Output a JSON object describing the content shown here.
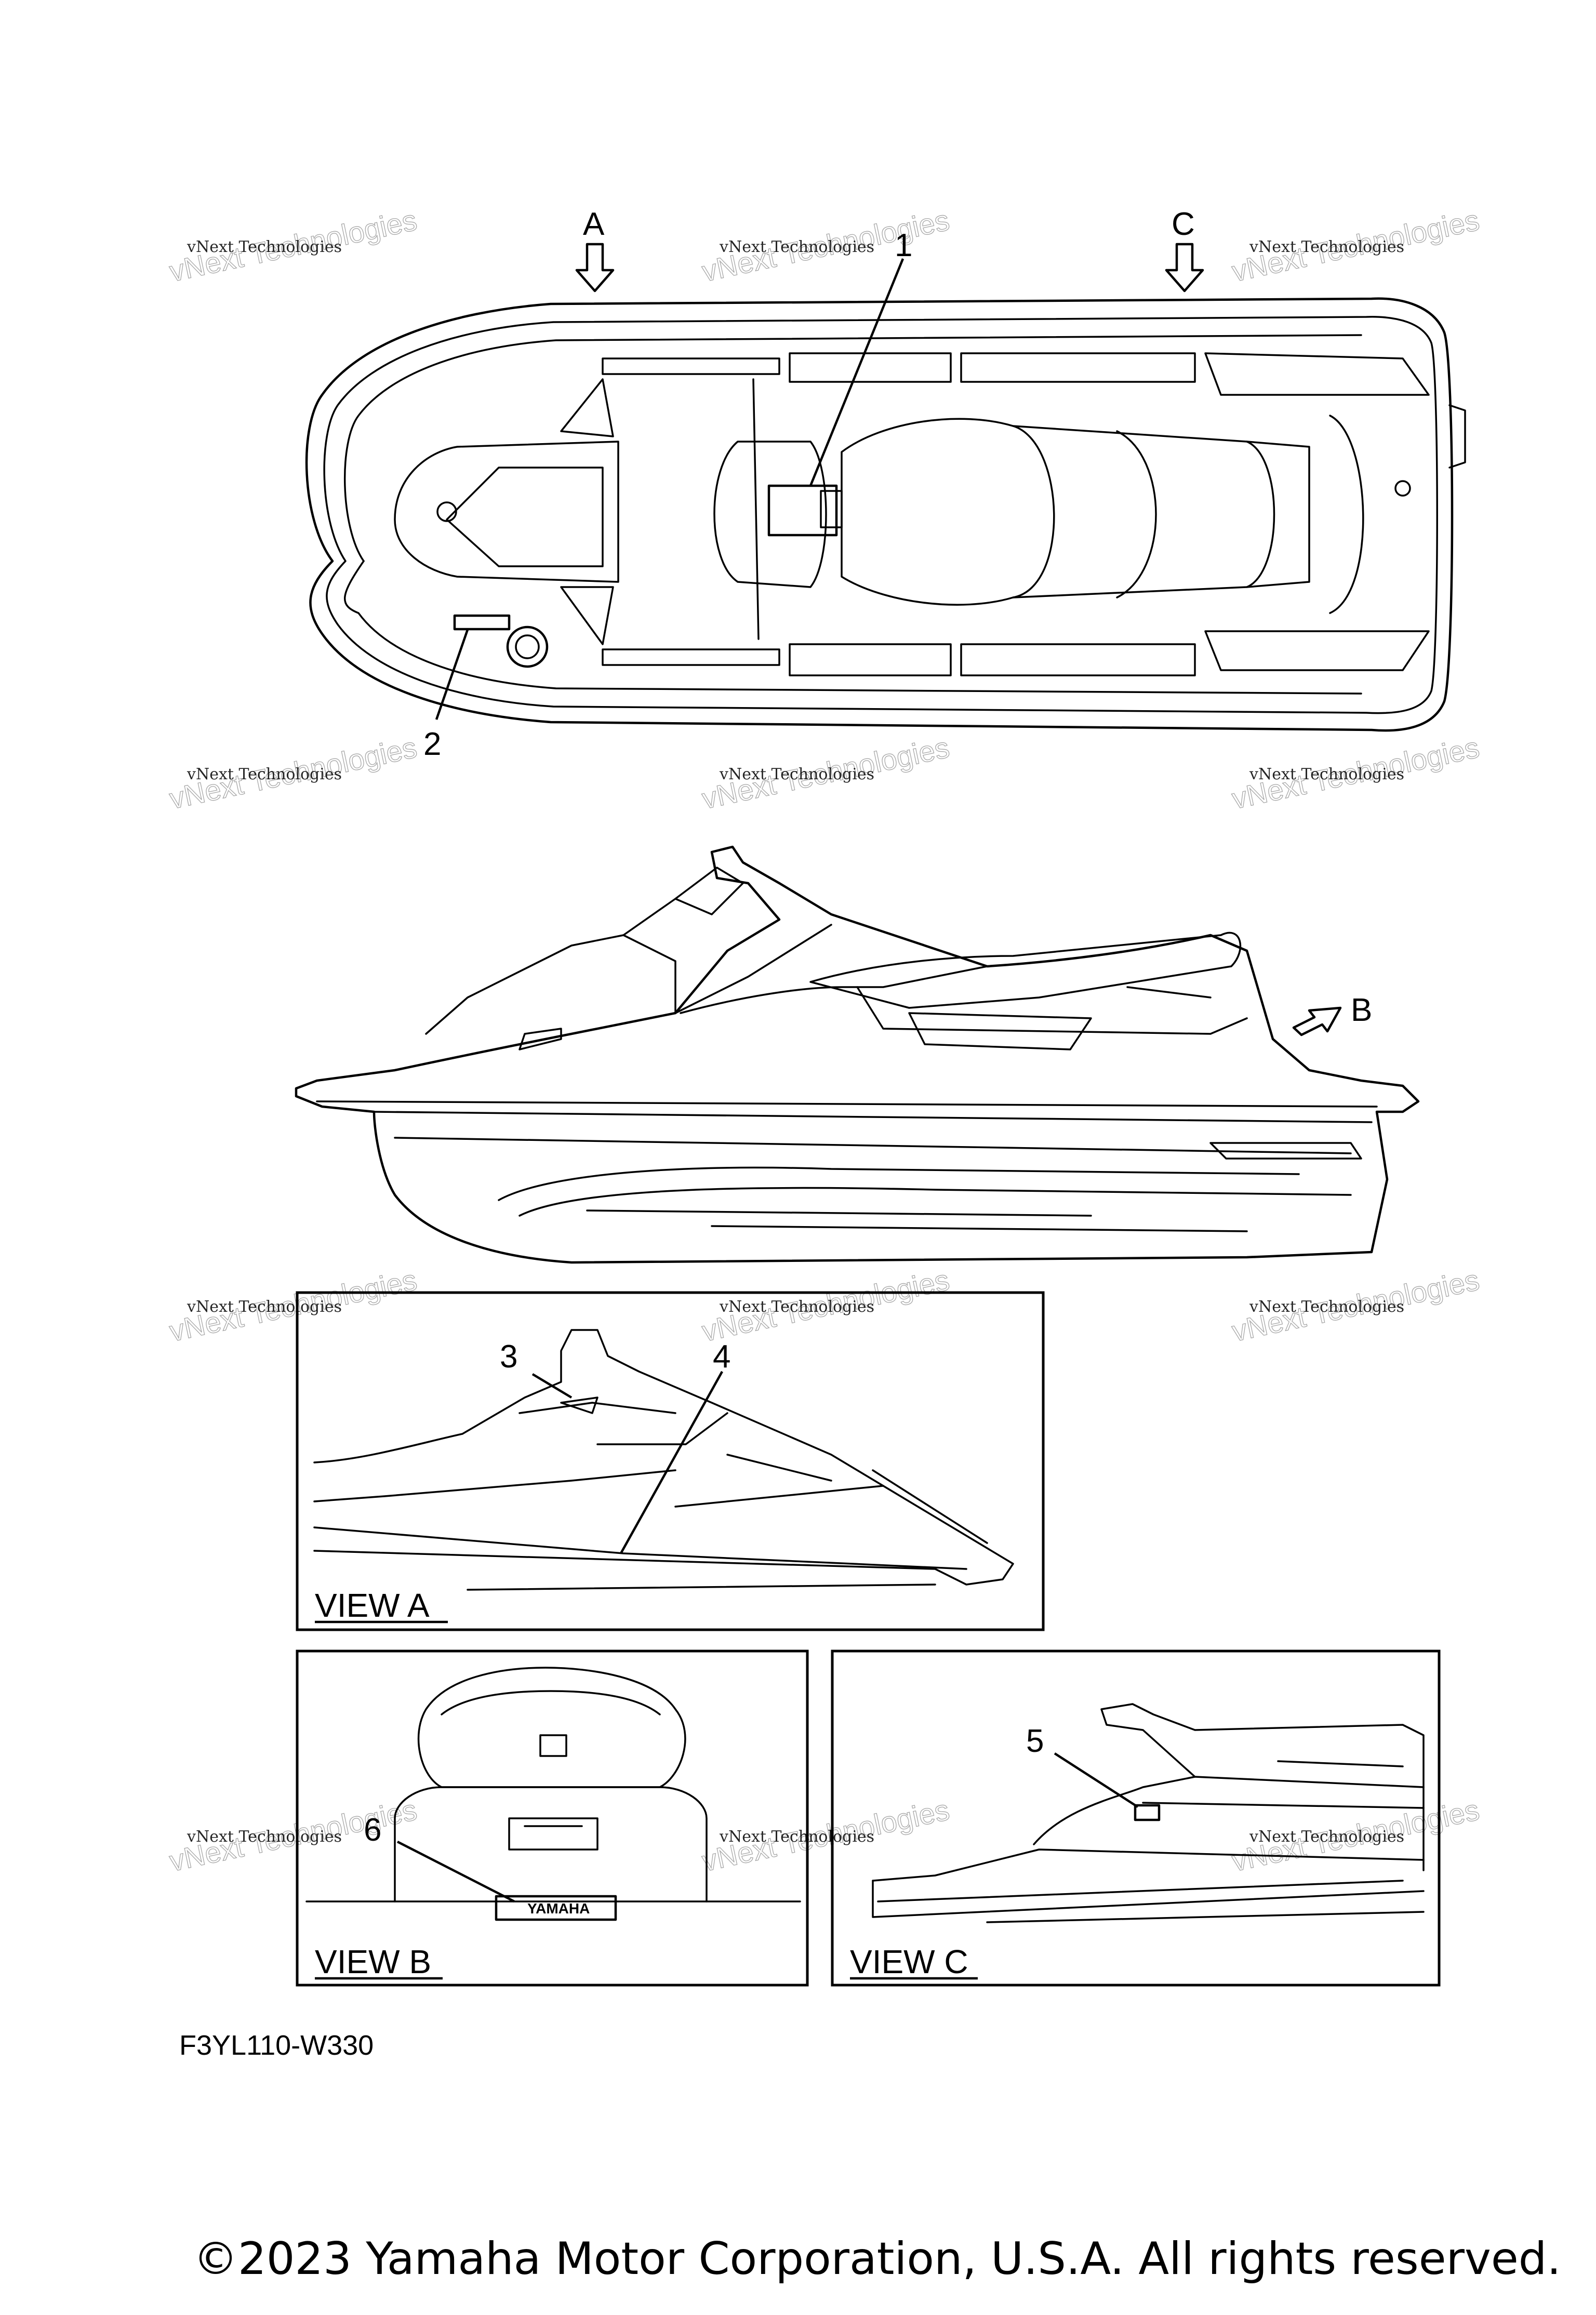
{
  "diagram": {
    "callouts": [
      "1",
      "2",
      "3",
      "4",
      "5",
      "6"
    ],
    "view_arrows": [
      "A",
      "B",
      "C"
    ],
    "view_labels": {
      "view_a": "VIEW A",
      "view_b": "VIEW B",
      "view_c": "VIEW C"
    },
    "figure_code": "F3YL110-W330",
    "emblem_text": "YAMAHA"
  },
  "watermark": {
    "line1": "vNext Technologies",
    "line2": "vNext Technologies"
  },
  "footer": {
    "copyright": "©2023 Yamaha Motor Corporation, U.S.A. All rights reserved."
  }
}
